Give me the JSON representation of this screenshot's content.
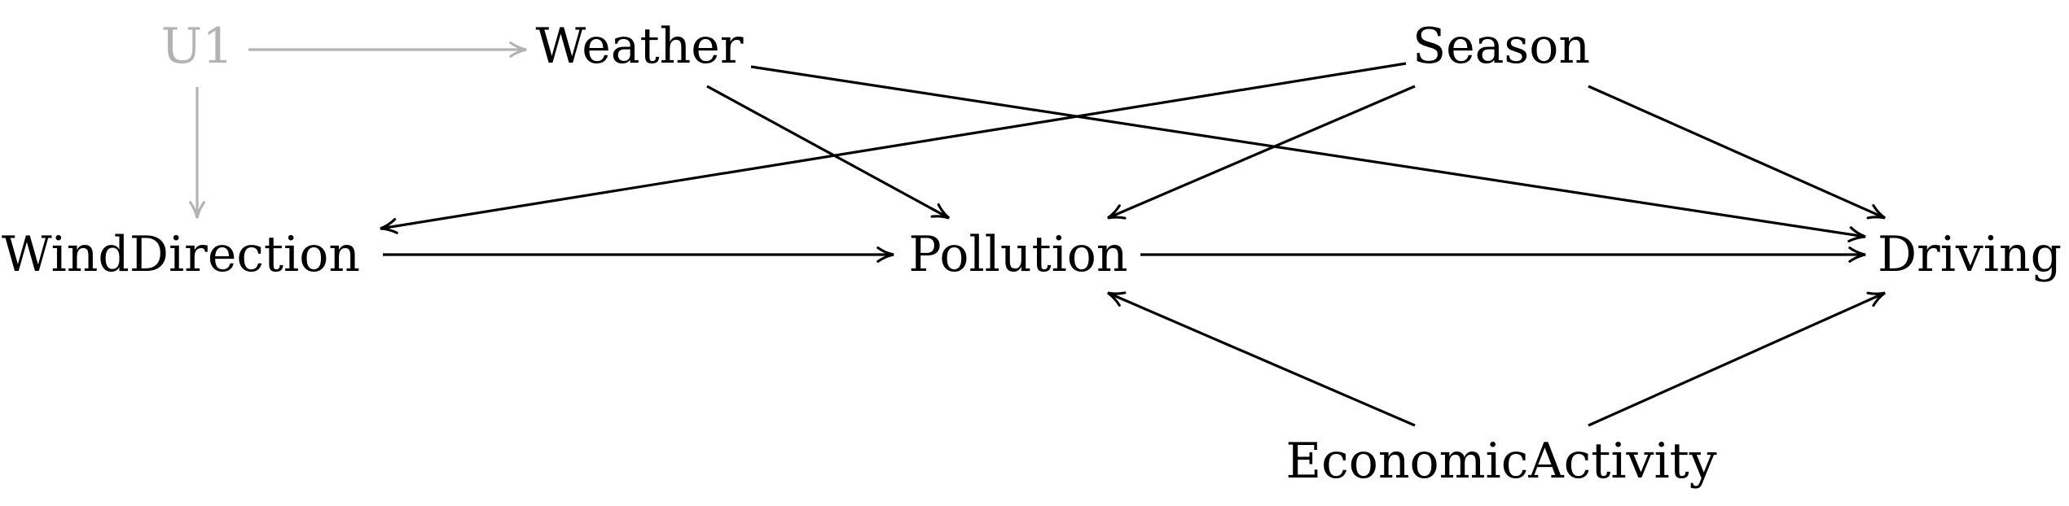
{
  "nodes": [
    {
      "id": "U1",
      "label": "U1",
      "latent": true
    },
    {
      "id": "Weather",
      "label": "Weather",
      "latent": false
    },
    {
      "id": "Season",
      "label": "Season",
      "latent": false
    },
    {
      "id": "WindDirection",
      "label": "WindDirection",
      "latent": false
    },
    {
      "id": "Pollution",
      "label": "Pollution",
      "latent": false
    },
    {
      "id": "Driving",
      "label": "Driving",
      "latent": false
    },
    {
      "id": "EconomicActivity",
      "label": "EconomicActivity",
      "latent": false
    }
  ],
  "edges": [
    {
      "from": "U1",
      "to": "Weather",
      "latent": true
    },
    {
      "from": "U1",
      "to": "WindDirection",
      "latent": true
    },
    {
      "from": "Weather",
      "to": "Pollution",
      "latent": false
    },
    {
      "from": "Weather",
      "to": "Driving",
      "latent": false
    },
    {
      "from": "Season",
      "to": "WindDirection",
      "latent": false
    },
    {
      "from": "Season",
      "to": "Pollution",
      "latent": false
    },
    {
      "from": "Season",
      "to": "Driving",
      "latent": false
    },
    {
      "from": "WindDirection",
      "to": "Pollution",
      "latent": false
    },
    {
      "from": "Pollution",
      "to": "Driving",
      "latent": false
    },
    {
      "from": "EconomicActivity",
      "to": "Pollution",
      "latent": false
    },
    {
      "from": "EconomicActivity",
      "to": "Driving",
      "latent": false
    }
  ],
  "colors": {
    "observed": "#000000",
    "latent": "#b3b3b3"
  }
}
